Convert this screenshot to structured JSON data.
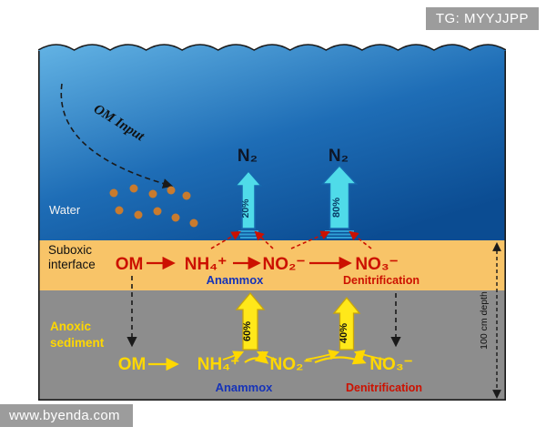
{
  "watermarks": {
    "tg_badge": "TG: MYYJJPP",
    "site": "www.byenda.com"
  },
  "water": {
    "label": "Water",
    "om_input_label": "OM Input",
    "n2_left": "N₂",
    "n2_right": "N₂",
    "anammox_pct": "20%",
    "denitrification_pct": "80%"
  },
  "suboxic": {
    "label_line1": "Suboxic",
    "label_line2": "interface",
    "om": "OM",
    "nh4": "NH₄⁺",
    "no2": "NO₂⁻",
    "no3": "NO₃⁻",
    "anammox": "Anammox",
    "denitrification": "Denitrification"
  },
  "anoxic": {
    "label_line1": "Anoxic",
    "label_line2": "sediment",
    "om": "OM",
    "nh4": "NH₄⁺",
    "no2": "NO₂⁻",
    "no3": "NO₃⁻",
    "anammox_pct": "60%",
    "denitrification_pct": "40%",
    "anammox": "Anammox",
    "denitrification": "Denitrification"
  },
  "depth_axis": {
    "label": "100 cm depth"
  },
  "colors": {
    "water_top": "#63b3e4",
    "water_bottom": "#0b4c92",
    "suboxic_band": "#f8c468",
    "sediment": "#8d8d8d",
    "red": "#cc1100",
    "yellow": "#ffd800",
    "anammox_blue": "#1633b8",
    "cyan_arrow": "#4fdbe9",
    "om_dots": "#c97b2e",
    "watermark_bg": "#9c9c9c"
  }
}
